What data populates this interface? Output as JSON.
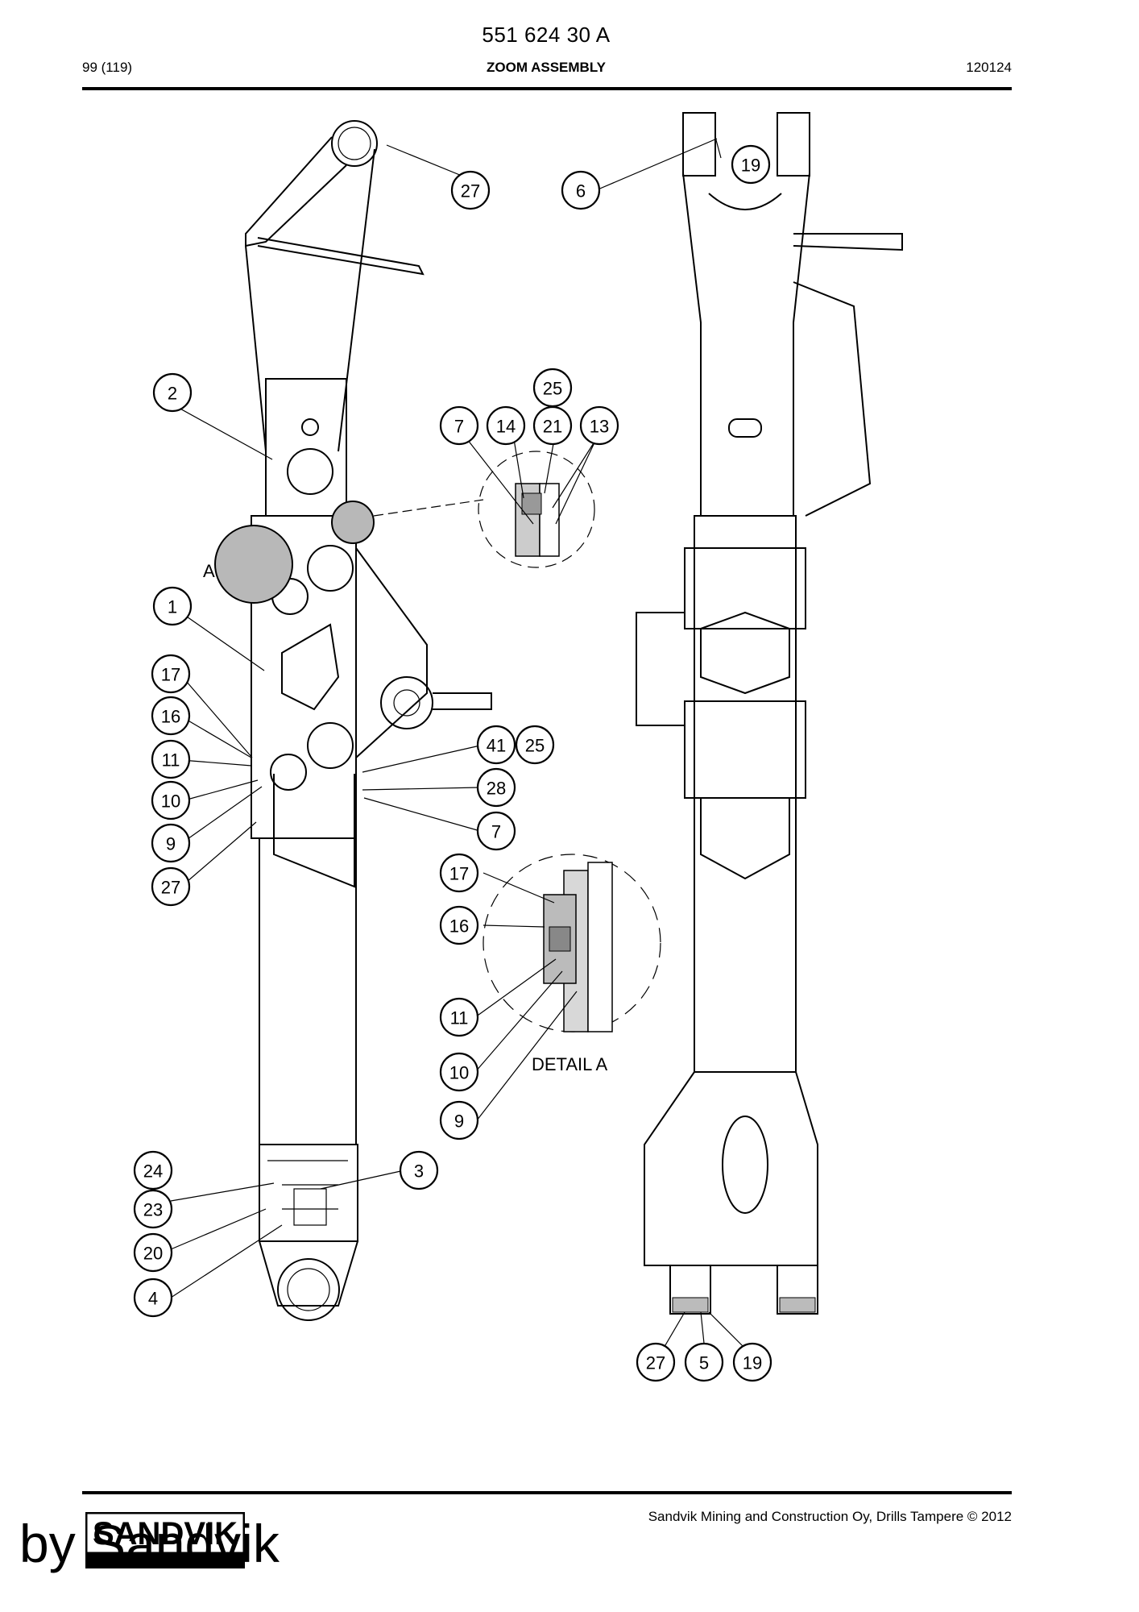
{
  "header": {
    "doc_code": "551 624 30 A",
    "page": "99 (119)",
    "title": "ZOOM ASSEMBLY",
    "date": "120124"
  },
  "drawing": {
    "detail_label": "DETAIL A",
    "view_marker": "A",
    "callouts": [
      "27",
      "2",
      "1",
      "17",
      "16",
      "11",
      "10",
      "9",
      "27",
      "41",
      "25",
      "28",
      "7",
      "25",
      "7",
      "14",
      "21",
      "13",
      "17",
      "16",
      "11",
      "10",
      "9",
      "24",
      "23",
      "20",
      "4",
      "3",
      "6",
      "19",
      "27",
      "5",
      "19"
    ]
  },
  "footer": {
    "company": "Sandvik Mining and Construction Oy, Drills Tampere © 2012",
    "logo": "SANDVIK",
    "byline": "by Sandvik"
  }
}
